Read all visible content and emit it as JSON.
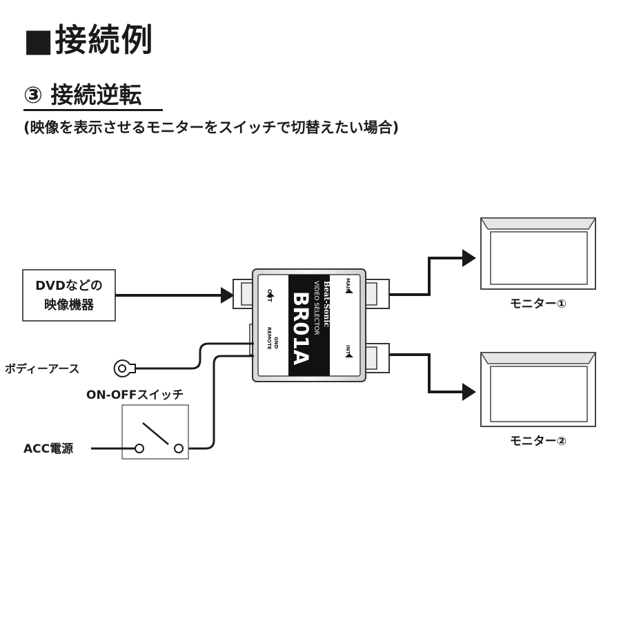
{
  "header": {
    "title": "■接続例",
    "section_title": "③ 接続逆転",
    "section_subtitle": "(映像を表示させるモニターをスイッチで切替えたい場合)"
  },
  "diagram": {
    "source_line1": "DVDなどの",
    "source_line2": "映像機器",
    "body_earth": "ボディーアース",
    "switch": "ON-OFFスイッチ",
    "acc": "ACC電源",
    "monitor1": "モニター①",
    "monitor2": "モニター②",
    "device": {
      "brand": "Beat-Sonic",
      "product": "VIDEO SELECTOR",
      "model": "BR01A",
      "port_out": "OUT",
      "port_main": "MAIN",
      "port_int": "INT",
      "port_gnd": "GND",
      "port_remote": "REMOTE"
    }
  }
}
